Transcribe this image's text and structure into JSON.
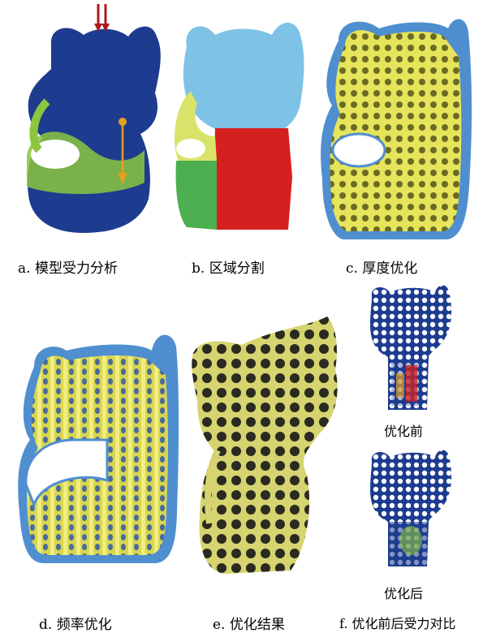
{
  "captions": {
    "a": "a. 模型受力分析",
    "b": "b. 区域分割",
    "c": "c. 厚度优化",
    "d": "d. 频率优化",
    "e": "e. 优化结果",
    "f": "f. 优化前后受力对比"
  },
  "sublabels": {
    "before": "优化前",
    "after": "优化后"
  },
  "colors": {
    "model_blue": "#1d3c8f",
    "stress_green": "#8cc63f",
    "region_cyan": "#7ec3e6",
    "region_yellow": "#d9e36a",
    "region_green": "#4caf50",
    "region_red": "#d62020",
    "infill_yellow": "#e6e45a",
    "shell_blue": "#4f8fd0",
    "force_arrow_red": "#b01818",
    "force_arrow_gold": "#e0a020"
  }
}
